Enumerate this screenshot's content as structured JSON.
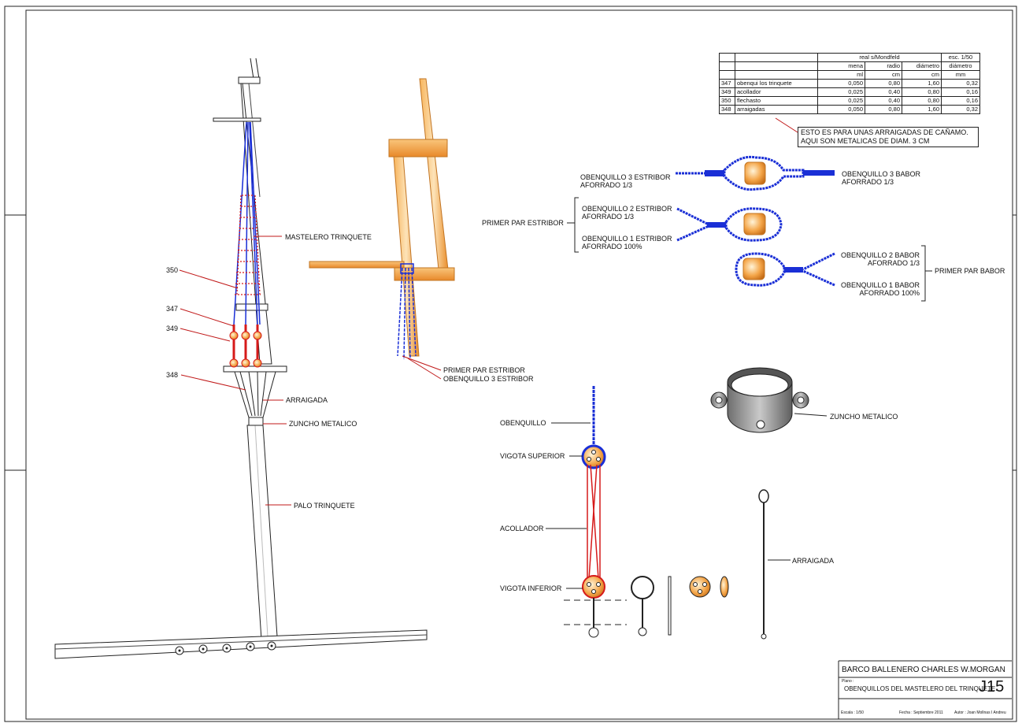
{
  "table": {
    "group_real": "real s/Mondfeld",
    "group_esc": "esc. 1/50",
    "sub_headers": [
      "mena",
      "radio",
      "diámetro",
      "diámetro"
    ],
    "units": [
      "ml",
      "cm",
      "cm",
      "mm"
    ],
    "rows": [
      {
        "id": "347",
        "name": "obenqui los trinquete",
        "mena": "0,050",
        "radio": "0,80",
        "diam": "1,60",
        "diam_esc": "0,32"
      },
      {
        "id": "349",
        "name": "acollador",
        "mena": "0,025",
        "radio": "0,40",
        "diam": "0,80",
        "diam_esc": "0,16"
      },
      {
        "id": "350",
        "name": "flechasto",
        "mena": "0,025",
        "radio": "0,40",
        "diam": "0,80",
        "diam_esc": "0,16"
      },
      {
        "id": "348",
        "name": "arraigadas",
        "mena": "0,050",
        "radio": "0,80",
        "diam": "1,60",
        "diam_esc": "0,32"
      }
    ]
  },
  "note": {
    "line1": "ESTO ES PARA UNAS ARRAIGADAS DE CAÑAMO.",
    "line2": "AQUI SON METALICAS DE DIAM. 3 CM"
  },
  "labels": {
    "mastelero": "MASTELERO TRINQUETE",
    "n350": "350",
    "n347": "347",
    "n349": "349",
    "n348": "348",
    "arraigada_mast": "ARRAIGADA",
    "zuncho_mast": "ZUNCHO METALICO",
    "palo": "PALO TRINQUETE",
    "primer_par_estribor_detail": "PRIMER PAR ESTRIBOR",
    "obenquillo3_estribor_detail": "OBENQUILLO 3 ESTRIBOR",
    "ob3_estribor_l1": "OBENQUILLO 3 ESTRIBOR",
    "ob3_estribor_l2": "AFORRADO 1/3",
    "ob3_babor_l1": "OBENQUILLO 3 BABOR",
    "ob3_babor_l2": "AFORRADO 1/3",
    "primer_par_estribor": "PRIMER PAR ESTRIBOR",
    "ob2_estribor_l1": "OBENQUILLO 2 ESTRIBOR",
    "ob2_estribor_l2": "AFORRADO 1/3",
    "ob1_estribor_l1": "OBENQUILLO 1 ESTRIBOR",
    "ob1_estribor_l2": "AFORRADO 100%",
    "ob2_babor_l1": "OBENQUILLO 2 BABOR",
    "ob2_babor_l2": "AFORRADO 1/3",
    "ob1_babor_l1": "OBENQUILLO 1 BABOR",
    "ob1_babor_l2": "AFORRADO 100%",
    "primer_par_babor": "PRIMER PAR BABOR",
    "zuncho_detail": "ZUNCHO METALICO",
    "obenquillo": "OBENQUILLO",
    "vigota_superior": "VIGOTA SUPERIOR",
    "acollador": "ACOLLADOR",
    "vigota_inferior": "VIGOTA INFERIOR",
    "arraigada_detail": "ARRAIGADA"
  },
  "title_block": {
    "ship": "BARCO BALLENERO CHARLES W.MORGAN",
    "plano_label": "Plano :",
    "plano": "OBENQUILLOS DEL MASTELERO DEL TRINQUETE.",
    "code": "J15",
    "escala": "Escala : 1/50",
    "fecha": "Fecha : Septiembre 2011",
    "autor": "Autor : Joan Mollnas I Andreu"
  },
  "colors": {
    "rope_blue": "#1a2fd6",
    "rope_red": "#d61a1a",
    "wood": "#f5a545",
    "wood_dark": "#c27422",
    "metal": "#8a8a8a"
  }
}
